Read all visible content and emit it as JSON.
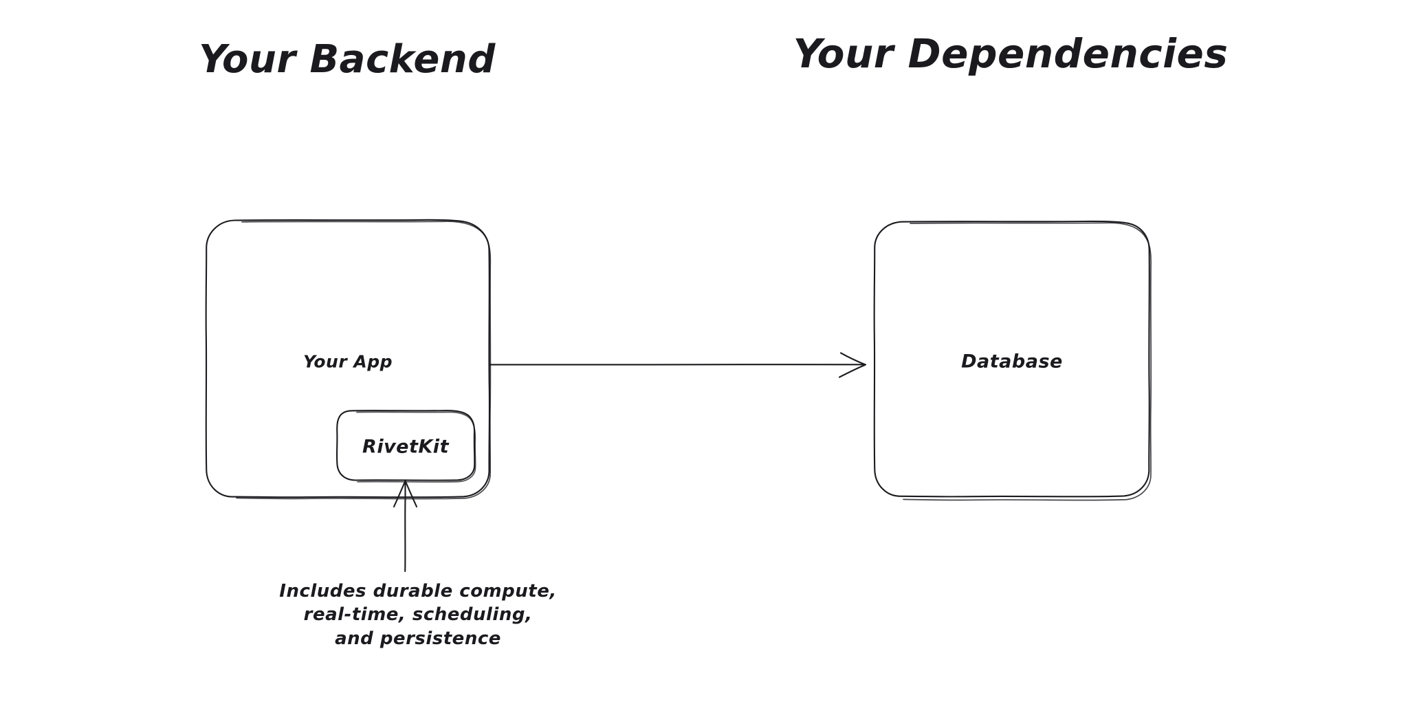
{
  "diagram": {
    "type": "architecture-flow",
    "background_color": "#ffffff",
    "stroke_color": "#1b1b1f",
    "fill_color": "#ffffff",
    "style": "hand-drawn-sketch",
    "groups": [
      {
        "id": "backend",
        "title": "Your Backend"
      },
      {
        "id": "dependencies",
        "title": "Your Dependencies"
      }
    ],
    "nodes": [
      {
        "id": "your-app",
        "label": "Your App",
        "group": "backend"
      },
      {
        "id": "rivetkit",
        "label": "RivetKit",
        "group": "backend",
        "parent": "your-app"
      },
      {
        "id": "database",
        "label": "Database",
        "group": "dependencies"
      }
    ],
    "edges": [
      {
        "id": "app-to-database",
        "from": "your-app",
        "to": "database",
        "label": "",
        "arrowhead": "open-v",
        "direction": "right"
      },
      {
        "id": "caption-to-rivetkit",
        "from": "caption",
        "to": "rivetkit",
        "arrowhead": "open-v",
        "direction": "up"
      }
    ],
    "caption": {
      "lines": [
        "Includes durable compute,",
        "real-time, scheduling,",
        "and persistence"
      ]
    }
  },
  "titles": {
    "backend": "Your Backend",
    "dependencies": "Your Dependencies"
  },
  "labels": {
    "your_app": "Your App",
    "rivetkit": "RivetKit",
    "database": "Database"
  },
  "caption": {
    "line1": "Includes durable compute,",
    "line2": "real-time, scheduling,",
    "line3": "and persistence"
  }
}
